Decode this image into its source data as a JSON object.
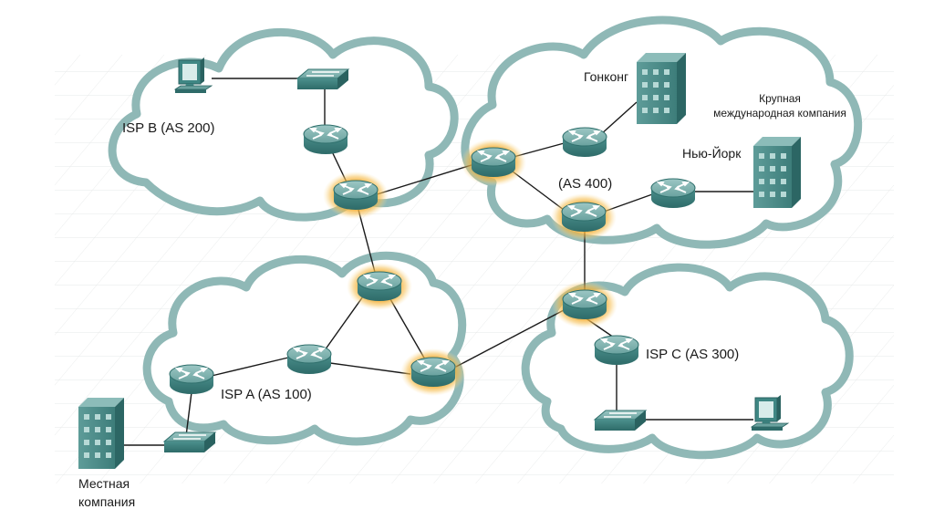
{
  "labels": {
    "isp_b": "ISP B (AS 200)",
    "isp_a": "ISP A (AS 100)",
    "isp_c": "ISP C (AS 300)",
    "as_400": "(AS 400)",
    "hong_kong": "Гонконг",
    "new_york": "Нью-Йорк",
    "multinational_line1": "Крупная",
    "multinational_line2": "международная компания",
    "local_line1": "Местная",
    "local_line2": "компания"
  },
  "icons": {
    "router": "router-icon",
    "border_router": "border-router-icon",
    "switch": "switch-icon",
    "pc": "pc-icon",
    "building": "building-icon",
    "cloud": "cloud-icon"
  },
  "colors": {
    "cloud_stroke": "#8fb8b6",
    "device_teal": "#3f8784",
    "device_dark": "#2c6664",
    "device_light": "#7fb3b0",
    "border_glow": "#f0a020",
    "link": "#1a1a1a"
  }
}
